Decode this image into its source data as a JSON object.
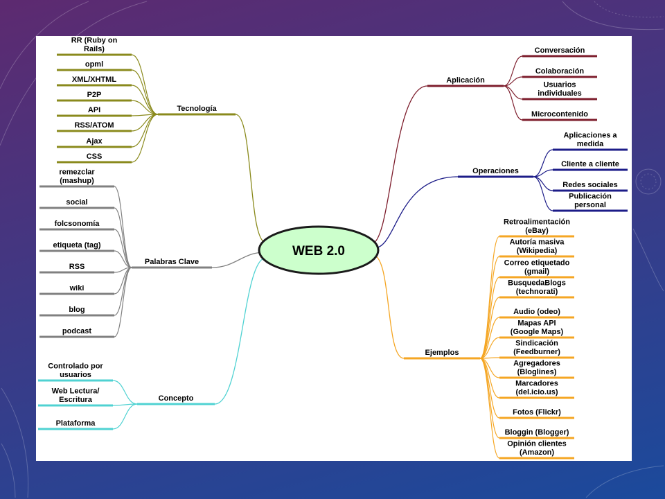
{
  "slide": {
    "background_top": "#5d2a70",
    "background_bottom": "#1b4a9c",
    "panel_color": "#ffffff"
  },
  "mindmap": {
    "center": {
      "label": "WEB 2.0",
      "fill": "#ccffcc",
      "stroke": "#1a1a1a"
    },
    "branches": [
      {
        "label": "Tecnología",
        "color": "#8a8a1c",
        "children": [
          {
            "lines": [
              "RR (Ruby on",
              "Rails)"
            ]
          },
          {
            "lines": [
              "opml"
            ]
          },
          {
            "lines": [
              "XML/XHTML"
            ]
          },
          {
            "lines": [
              "P2P"
            ]
          },
          {
            "lines": [
              "API"
            ]
          },
          {
            "lines": [
              "RSS/ATOM"
            ]
          },
          {
            "lines": [
              "Ajax"
            ]
          },
          {
            "lines": [
              "CSS"
            ]
          }
        ]
      },
      {
        "label": "Palabras Clave",
        "color": "#808080",
        "children": [
          {
            "lines": [
              "remezclar",
              "(mashup)"
            ]
          },
          {
            "lines": [
              "social"
            ]
          },
          {
            "lines": [
              "folcsonomía"
            ]
          },
          {
            "lines": [
              "etiqueta (tag)"
            ]
          },
          {
            "lines": [
              "RSS"
            ]
          },
          {
            "lines": [
              "wiki"
            ]
          },
          {
            "lines": [
              "blog"
            ]
          },
          {
            "lines": [
              "podcast"
            ]
          }
        ]
      },
      {
        "label": "Concepto",
        "color": "#4fd2d2",
        "children": [
          {
            "lines": [
              "Controlado por",
              "usuarios"
            ]
          },
          {
            "lines": [
              "Web Lectura/",
              "Escritura"
            ]
          },
          {
            "lines": [
              "Plataforma"
            ]
          }
        ]
      },
      {
        "label": "Aplicación",
        "color": "#7d1d2c",
        "children": [
          {
            "lines": [
              "Conversación"
            ]
          },
          {
            "lines": [
              "Colaboración"
            ]
          },
          {
            "lines": [
              "Usuarios",
              "individuales"
            ]
          },
          {
            "lines": [
              "Microcontenido"
            ]
          }
        ]
      },
      {
        "label": "Operaciones",
        "color": "#1c1c88",
        "children": [
          {
            "lines": [
              "Aplicaciones a",
              "medida"
            ]
          },
          {
            "lines": [
              "Cliente a cliente"
            ]
          },
          {
            "lines": [
              "Redes sociales"
            ]
          },
          {
            "lines": [
              "Publicación",
              "personal"
            ]
          }
        ]
      },
      {
        "label": "Ejemplos",
        "color": "#f5a623",
        "children": [
          {
            "lines": [
              "Retroalimentación",
              "(eBay)"
            ]
          },
          {
            "lines": [
              "Autoría masiva",
              "(Wikipedia)"
            ]
          },
          {
            "lines": [
              "Correo etiquetado",
              "(gmail)"
            ]
          },
          {
            "lines": [
              "BusquedaBlogs",
              "(technorati)"
            ]
          },
          {
            "lines": [
              "Audio (odeo)"
            ]
          },
          {
            "lines": [
              "Mapas API",
              "(Google Maps)"
            ]
          },
          {
            "lines": [
              "Sindicación",
              "(Feedburner)"
            ]
          },
          {
            "lines": [
              "Agregadores",
              "(Bloglines)"
            ]
          },
          {
            "lines": [
              "Marcadores",
              "(del.icio.us)"
            ]
          },
          {
            "lines": [
              "Fotos (Flickr)"
            ]
          },
          {
            "lines": [
              "Bloggin (Blogger)"
            ]
          },
          {
            "lines": [
              "Opinión clientes",
              "(Amazon)"
            ]
          }
        ]
      }
    ]
  }
}
